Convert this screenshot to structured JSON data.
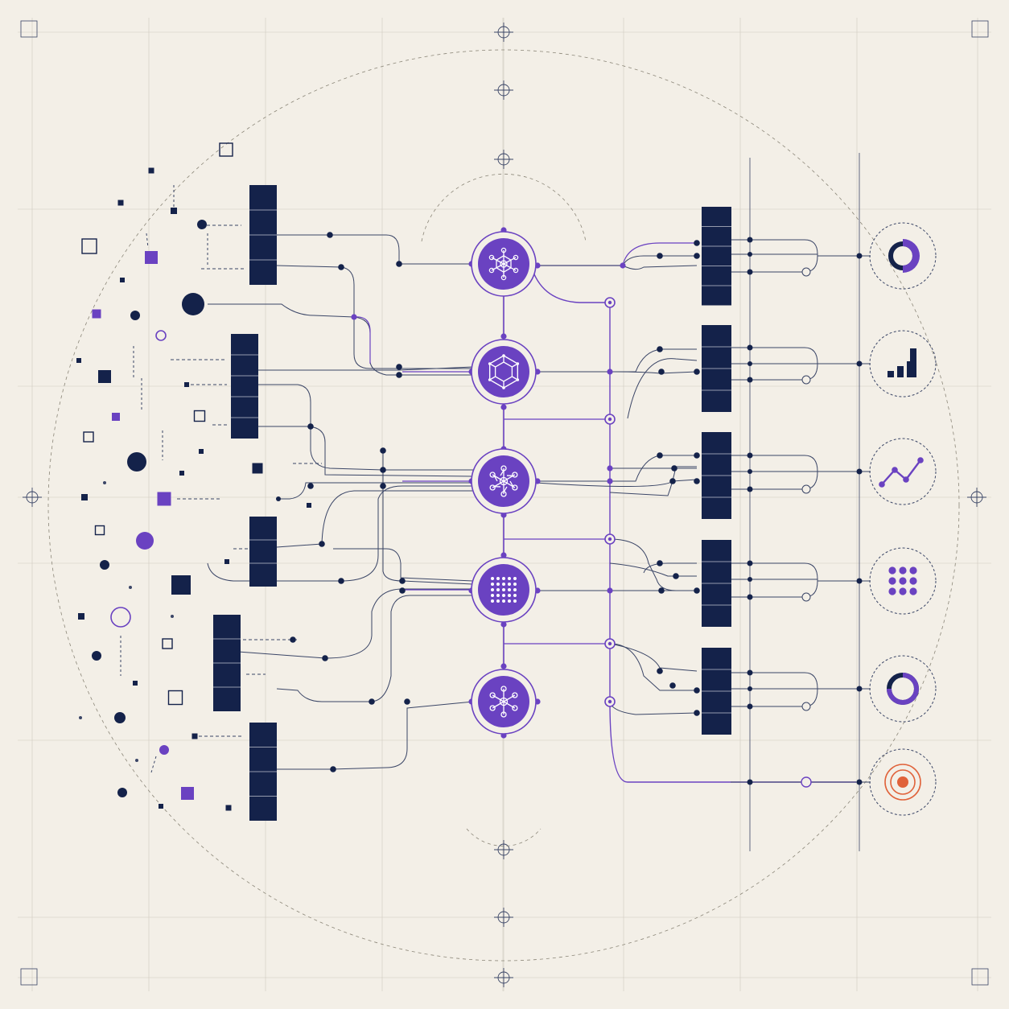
{
  "diagram": {
    "description_visible_text": "",
    "colors": {
      "paper": "#f3efe7",
      "grid": "#cfcac0",
      "ink": "#14224a",
      "accent": "#6a42c1",
      "accent_light": "#8a68d6",
      "highlight": "#e0623a",
      "line": "#3a4566"
    },
    "input_stacks": [
      {
        "name": "input-stack-1",
        "segments": 4
      },
      {
        "name": "input-stack-2",
        "segments": 5
      },
      {
        "name": "input-stack-3",
        "segments": 3
      },
      {
        "name": "input-stack-4",
        "segments": 4
      },
      {
        "name": "input-stack-5",
        "segments": 4
      }
    ],
    "hubs": [
      {
        "name": "hub-network",
        "icon": "network-icon"
      },
      {
        "name": "hub-cube",
        "icon": "cube-icon"
      },
      {
        "name": "hub-star",
        "icon": "star-network-icon"
      },
      {
        "name": "hub-grid",
        "icon": "dot-grid-icon"
      },
      {
        "name": "hub-asterisk",
        "icon": "asterisk-network-icon"
      }
    ],
    "output_stacks": [
      {
        "name": "output-stack-1",
        "segments": 5
      },
      {
        "name": "output-stack-2",
        "segments": 4
      },
      {
        "name": "output-stack-3",
        "segments": 4
      },
      {
        "name": "output-stack-4",
        "segments": 4
      },
      {
        "name": "output-stack-5",
        "segments": 4
      }
    ],
    "outputs": [
      {
        "name": "output-donut",
        "icon": "donut-chart-icon"
      },
      {
        "name": "output-bars",
        "icon": "bar-chart-icon"
      },
      {
        "name": "output-line",
        "icon": "line-chart-icon"
      },
      {
        "name": "output-dots",
        "icon": "dot-matrix-icon"
      },
      {
        "name": "output-ring",
        "icon": "ring-chart-icon"
      },
      {
        "name": "output-target",
        "icon": "target-icon"
      }
    ]
  }
}
